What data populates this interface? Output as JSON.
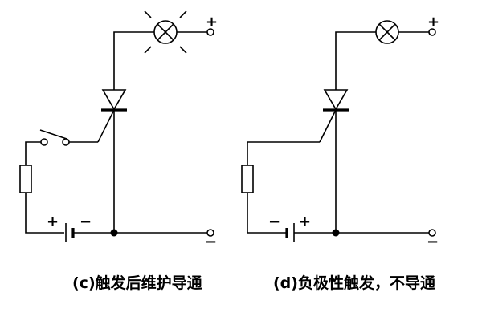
{
  "circuits": [
    {
      "id": "c",
      "caption": "(c)触发后维护导通",
      "terminal_top_sign": "+",
      "terminal_bottom_sign": "−",
      "battery_left_sign": "+",
      "battery_right_sign": "−",
      "lamp_lit": true,
      "has_switch": true
    },
    {
      "id": "d",
      "caption": "(d)负极性触发，不导通",
      "terminal_top_sign": "+",
      "terminal_bottom_sign": "−",
      "battery_left_sign": "−",
      "battery_right_sign": "+",
      "lamp_lit": false,
      "has_switch": false
    }
  ]
}
